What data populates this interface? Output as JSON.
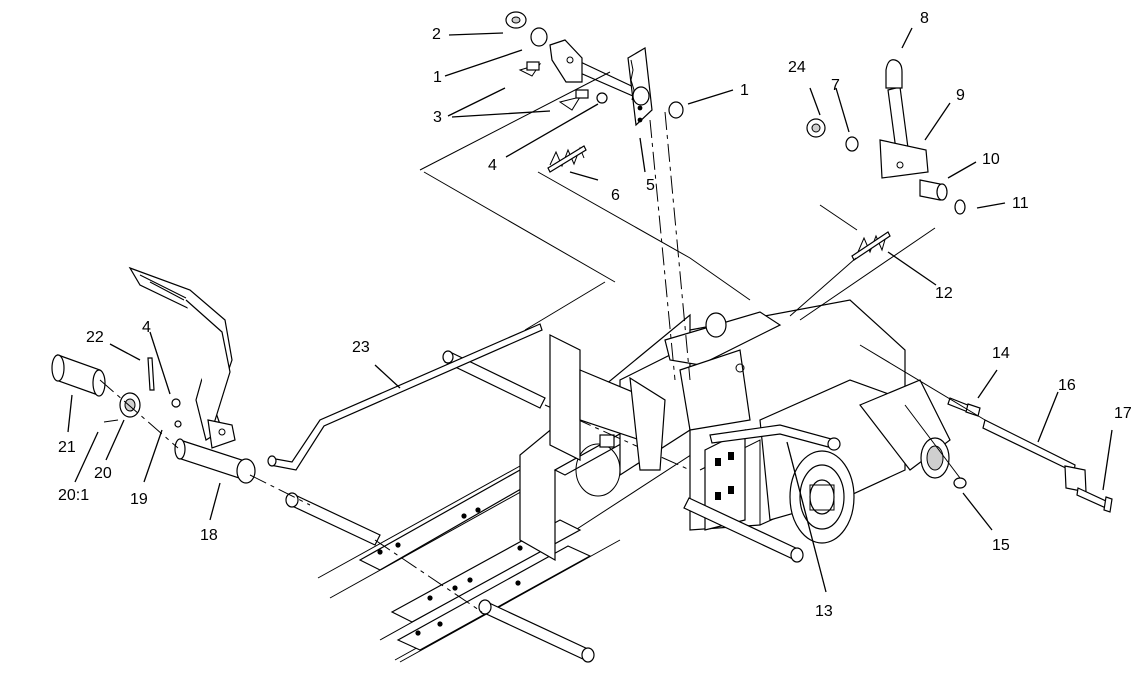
{
  "colors": {
    "line": "#000000",
    "background": "#ffffff",
    "shade": "#cfcfcf"
  },
  "callouts": [
    "1",
    "1",
    "2",
    "3",
    "4",
    "4",
    "5",
    "6",
    "7",
    "8",
    "9",
    "10",
    "11",
    "12",
    "13",
    "14",
    "15",
    "16",
    "17",
    "18",
    "19",
    "20",
    "20:1",
    "21",
    "22",
    "23",
    "24"
  ]
}
